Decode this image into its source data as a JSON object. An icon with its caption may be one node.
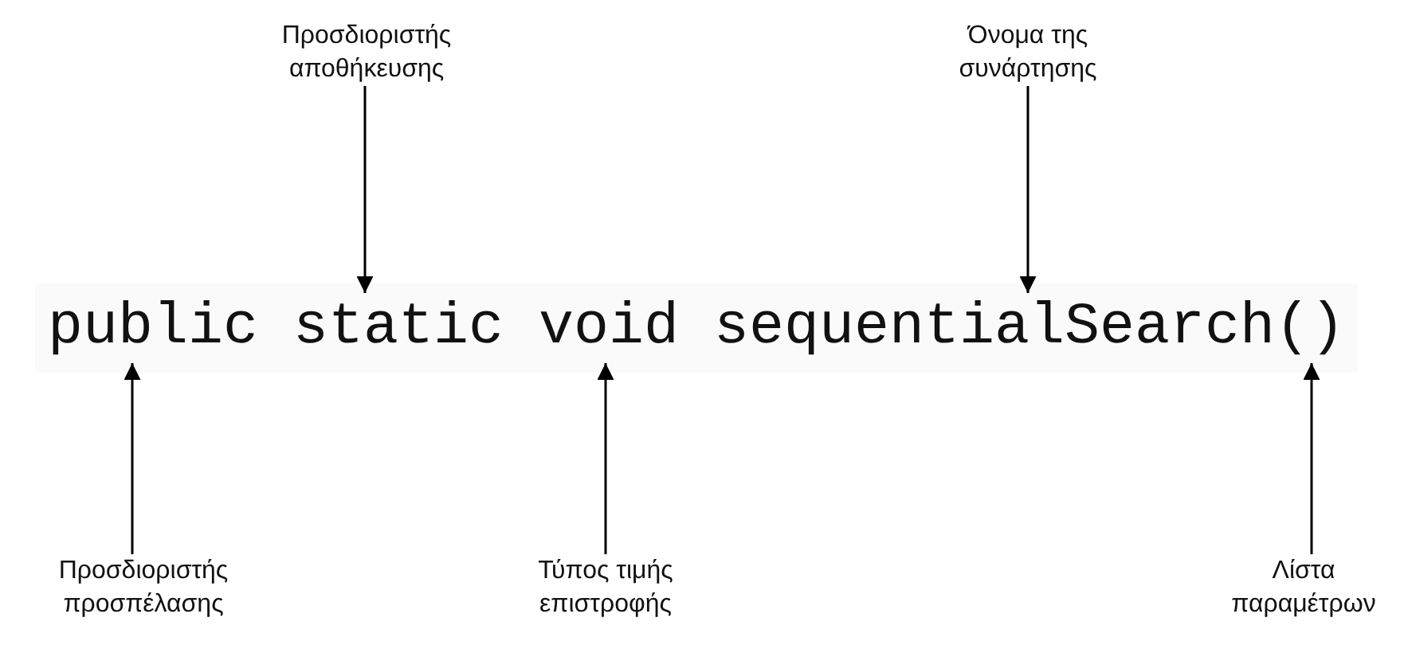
{
  "diagram": {
    "nodes": [
      {
        "text": [
          "Προσδιοριστής αποθήκευσης"
        ]
      },
      {
        "text": [
          "Όνομα της συνάρτησης"
        ]
      },
      {
        "text": [
          "public"
        ]
      },
      {
        "text": [
          "static"
        ]
      },
      {
        "text": [
          "void"
        ]
      },
      {
        "text": [
          "sequentialSearch"
        ]
      },
      {
        "text": [
          "()"
        ]
      },
      {
        "text": [
          "Προσδιοριστής προσπέλασης"
        ]
      },
      {
        "text": [
          "Τύπος τιμής επιστροφής"
        ]
      },
      {
        "text": [
          "Λίστα παραμέτρων"
        ]
      }
    ],
    "edges": [
      {
        "from": 0,
        "to": 3,
        "arrow": "to"
      },
      {
        "from": 1,
        "to": 5,
        "arrow": "to"
      },
      {
        "from": 7,
        "to": 2,
        "arrow": "to"
      },
      {
        "from": 8,
        "to": 4,
        "arrow": "to"
      },
      {
        "from": 9,
        "to": 6,
        "arrow": "to"
      }
    ]
  }
}
